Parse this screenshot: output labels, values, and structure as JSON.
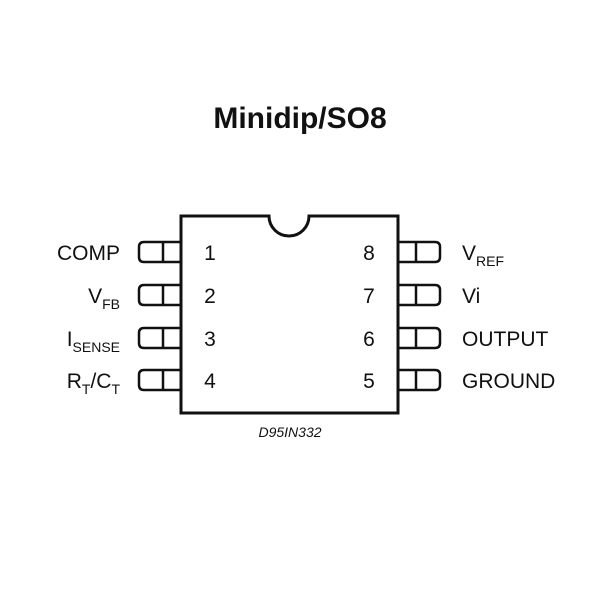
{
  "title": "Minidip/SO8",
  "package_code": "D95IN332",
  "colors": {
    "ink": "#111111",
    "background": "#ffffff"
  },
  "pins_left": [
    {
      "number": "1",
      "label": "COMP",
      "label_sub": ""
    },
    {
      "number": "2",
      "label": "V",
      "label_sub": "FB"
    },
    {
      "number": "3",
      "label": "I",
      "label_sub": "SENSE"
    },
    {
      "number": "4",
      "label": "R",
      "label_sub": "T",
      "label_mid": "/C",
      "label_sub2": "T"
    }
  ],
  "pins_right": [
    {
      "number": "8",
      "label": "V",
      "label_sub": "REF"
    },
    {
      "number": "7",
      "label": "Vi",
      "label_sub": ""
    },
    {
      "number": "6",
      "label": "OUTPUT",
      "label_sub": ""
    },
    {
      "number": "5",
      "label": "GROUND",
      "label_sub": ""
    }
  ]
}
